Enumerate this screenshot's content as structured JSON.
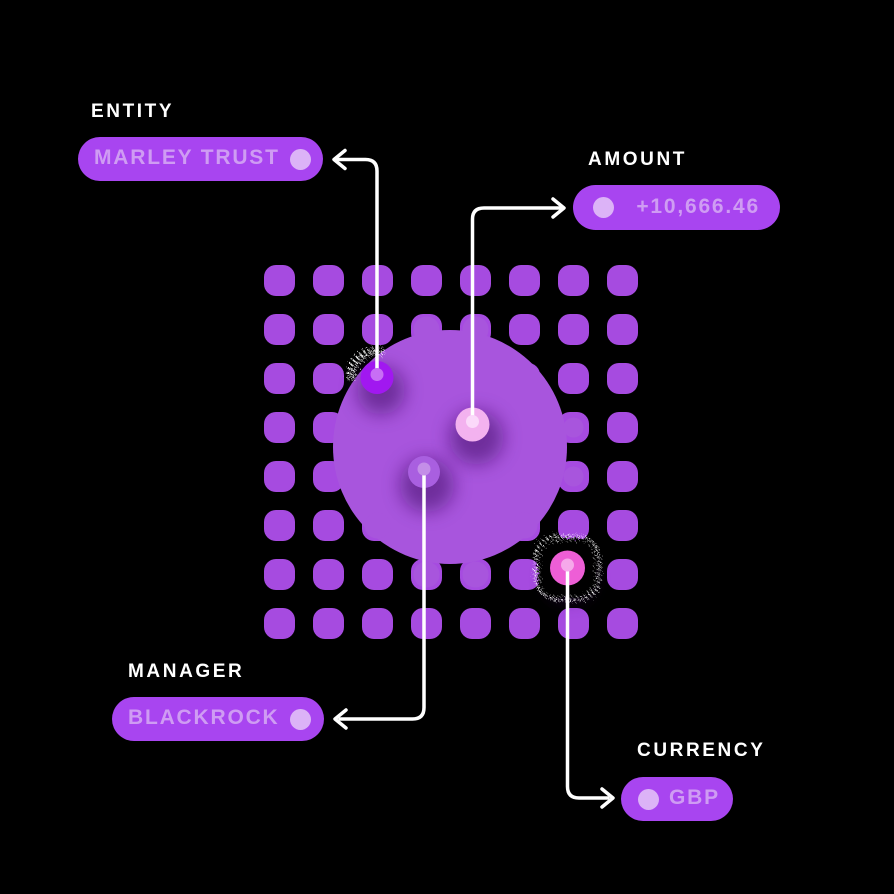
{
  "scene": {
    "background": "#000000",
    "label_color": "#ffffff",
    "line_color": "#ffffff"
  },
  "matrix": {
    "rows": 8,
    "cols": 8,
    "dot_color": "#a64be0",
    "blob_color": "#a855dd",
    "shadow_color": "#410e66"
  },
  "pill": {
    "bg": "#a845f0",
    "text_color": "#cf9cf3",
    "dot_color": "#dcb3f7"
  },
  "callouts": [
    {
      "id": "entity",
      "label": "ENTITY",
      "value": "MARLEY TRUST",
      "dot_side": "right",
      "marker_color": "#a118f0",
      "marker_inner_color": "#c86ef5",
      "halo": "white-speckle-arc"
    },
    {
      "id": "amount",
      "label": "AMOUNT",
      "value": "+10,666.46",
      "dot_side": "left",
      "marker_color": "#f3b2ef",
      "marker_inner_color": "#fbd9fa",
      "halo": "none"
    },
    {
      "id": "manager",
      "label": "MANAGER",
      "value": "BLACKROCK",
      "dot_side": "right",
      "marker_color": "#a95fe0",
      "marker_inner_color": "#c48ee8",
      "halo": "none"
    },
    {
      "id": "currency",
      "label": "CURRENCY",
      "value": "GBP",
      "dot_side": "left",
      "marker_color": "#ee5ed6",
      "marker_inner_color": "#f6a8ea",
      "halo": "dark-speckle-square"
    }
  ]
}
